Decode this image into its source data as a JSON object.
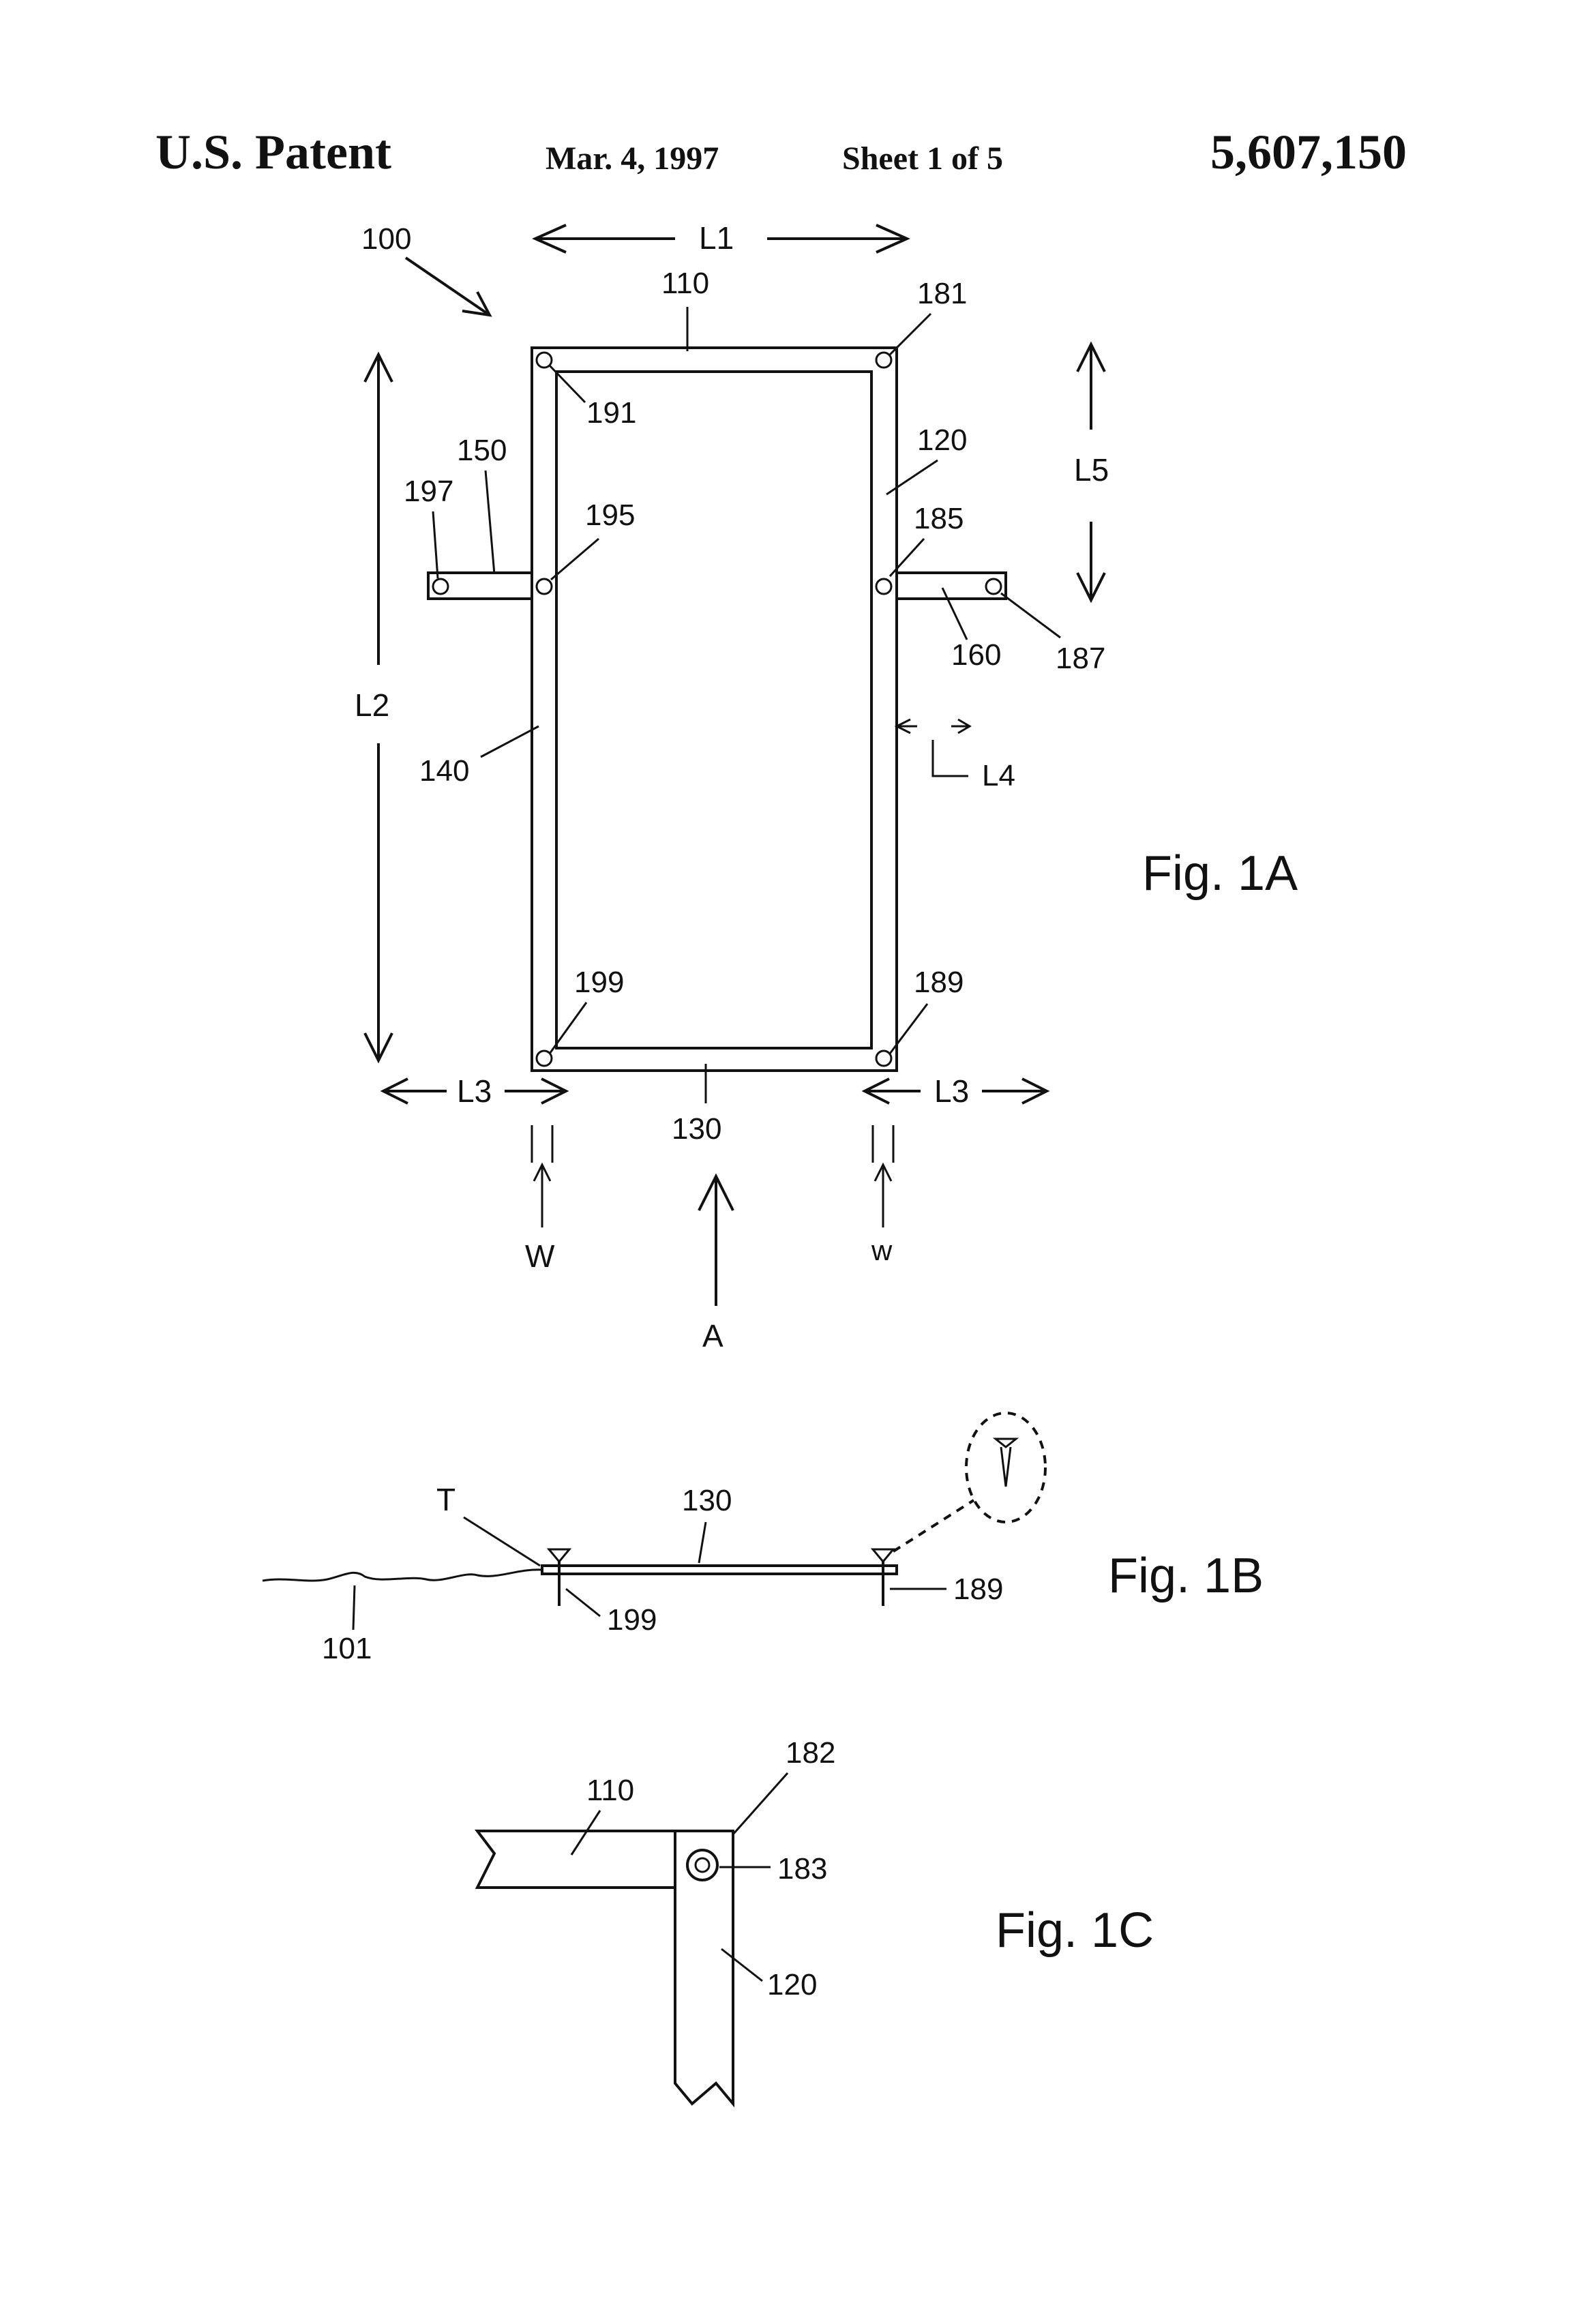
{
  "header": {
    "title": "U.S. Patent",
    "date": "Mar. 4, 1997",
    "sheet": "Sheet 1 of 5",
    "patent_number": "5,607,150"
  },
  "fig1a": {
    "caption": "Fig. 1A",
    "labels": {
      "frame": "100",
      "top": "110",
      "right": "120",
      "bottom": "130",
      "left": "140",
      "left_arm": "150",
      "right_arm": "160",
      "c181": "181",
      "c185": "185",
      "c187": "187",
      "c189": "189",
      "c191": "191",
      "c195": "195",
      "c197": "197",
      "c199": "199",
      "L1": "L1",
      "L2": "L2",
      "L3_left": "L3",
      "L3_right": "L3",
      "L4": "L4",
      "L5": "L5",
      "W_left": "W",
      "w_right": "w",
      "A": "A"
    }
  },
  "fig1b": {
    "caption": "Fig. 1B",
    "labels": {
      "T": "T",
      "board": "130",
      "ground": "101",
      "stake_left": "199",
      "stake_right": "189"
    }
  },
  "fig1c": {
    "caption": "Fig. 1C",
    "labels": {
      "top": "110",
      "corner": "182",
      "pin": "183",
      "right": "120"
    }
  }
}
